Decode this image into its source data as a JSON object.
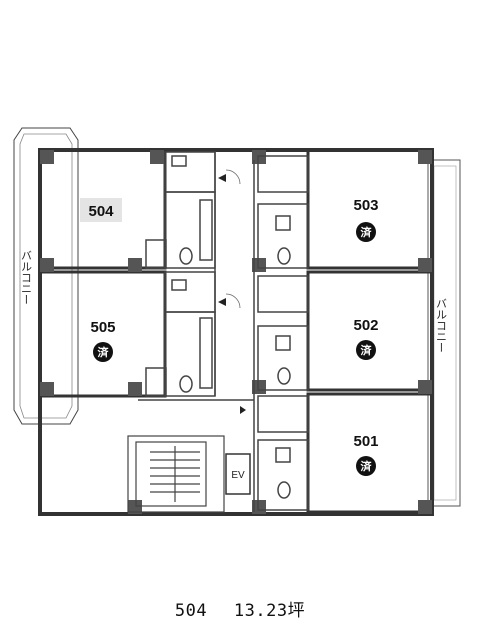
{
  "rooms": [
    {
      "id": "504",
      "label": "504",
      "badge": ""
    },
    {
      "id": "503",
      "label": "503",
      "badge": "済"
    },
    {
      "id": "505",
      "label": "505",
      "badge": "済"
    },
    {
      "id": "502",
      "label": "502",
      "badge": "済"
    },
    {
      "id": "501",
      "label": "501",
      "badge": "済"
    }
  ],
  "balcony_left": "バルコニー",
  "balcony_right": "バルコニー",
  "elevator": "EV",
  "caption": {
    "room": "504",
    "area": "13.23坪"
  }
}
